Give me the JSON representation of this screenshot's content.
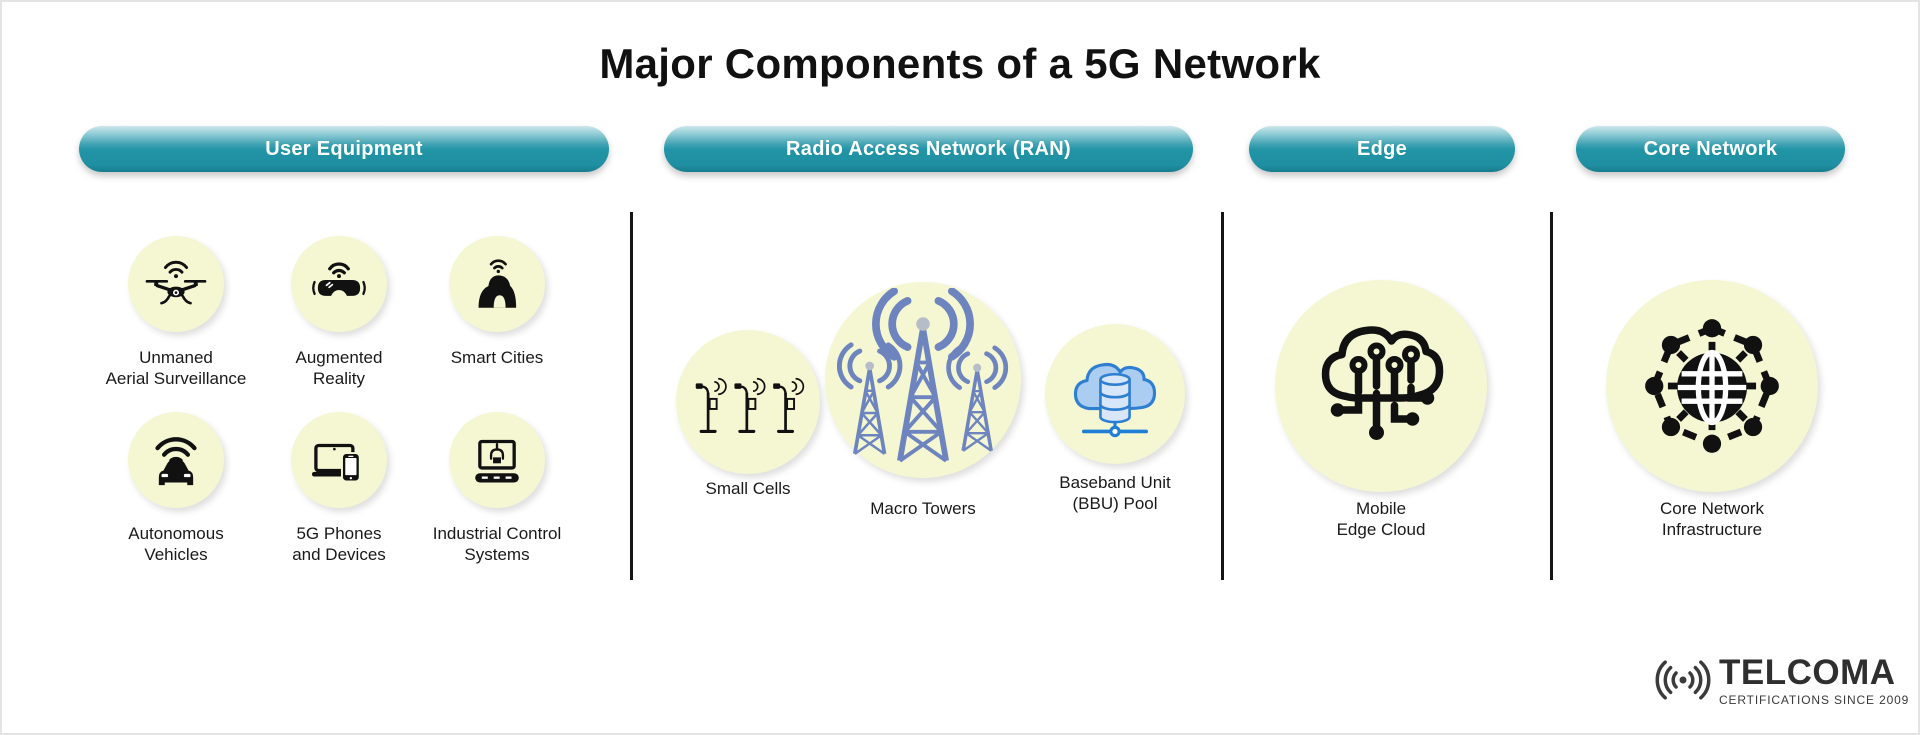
{
  "title": "Major Components of a 5G Network",
  "colors": {
    "pill_teal": "#1f90a2",
    "circle_fill": "#f4f7d2",
    "tower_blue": "#6d84bf",
    "bbu_blue": "#2e7fd2",
    "bbu_cloud_fill": "#abcdf2",
    "icon_black": "#111111",
    "text": "#1a1a1a"
  },
  "sections": [
    {
      "id": "user-equipment",
      "pill": "User Equipment",
      "items": [
        {
          "id": "unmanned-aerial-surveillance",
          "icon": "drone-icon",
          "label": "Unmaned\nAerial Surveillance"
        },
        {
          "id": "augmented-reality",
          "icon": "vr-headset-icon",
          "label": "Augmented\nReality"
        },
        {
          "id": "smart-cities",
          "icon": "smart-city-icon",
          "label": "Smart Cities"
        },
        {
          "id": "autonomous-vehicles",
          "icon": "connected-car-icon",
          "label": "Autonomous\nVehicles"
        },
        {
          "id": "5g-phones-and-devices",
          "icon": "laptop-phone-icon",
          "label": "5G Phones\nand Devices"
        },
        {
          "id": "industrial-control-systems",
          "icon": "industrial-robot-icon",
          "label": "Industrial Control\nSystems"
        }
      ]
    },
    {
      "id": "radio-access-network",
      "pill": "Radio Access Network (RAN)",
      "items": [
        {
          "id": "small-cells",
          "icon": "small-cell-poles-icon",
          "label": "Small Cells"
        },
        {
          "id": "macro-towers",
          "icon": "macro-towers-icon",
          "label": "Macro Towers"
        },
        {
          "id": "bbu-pool",
          "icon": "bbu-cloud-icon",
          "label": "Baseband Unit\n(BBU) Pool"
        }
      ]
    },
    {
      "id": "edge",
      "pill": "Edge",
      "items": [
        {
          "id": "mobile-edge-cloud",
          "icon": "edge-cloud-icon",
          "label": "Mobile\nEdge Cloud"
        }
      ]
    },
    {
      "id": "core-network",
      "pill": "Core Network",
      "items": [
        {
          "id": "core-network-infrastructure",
          "icon": "globe-network-icon",
          "label": "Core Network\nInfrastructure"
        }
      ]
    }
  ],
  "logo": {
    "name": "TELCOMA",
    "tagline": "CERTIFICATIONS SINCE 2009"
  }
}
